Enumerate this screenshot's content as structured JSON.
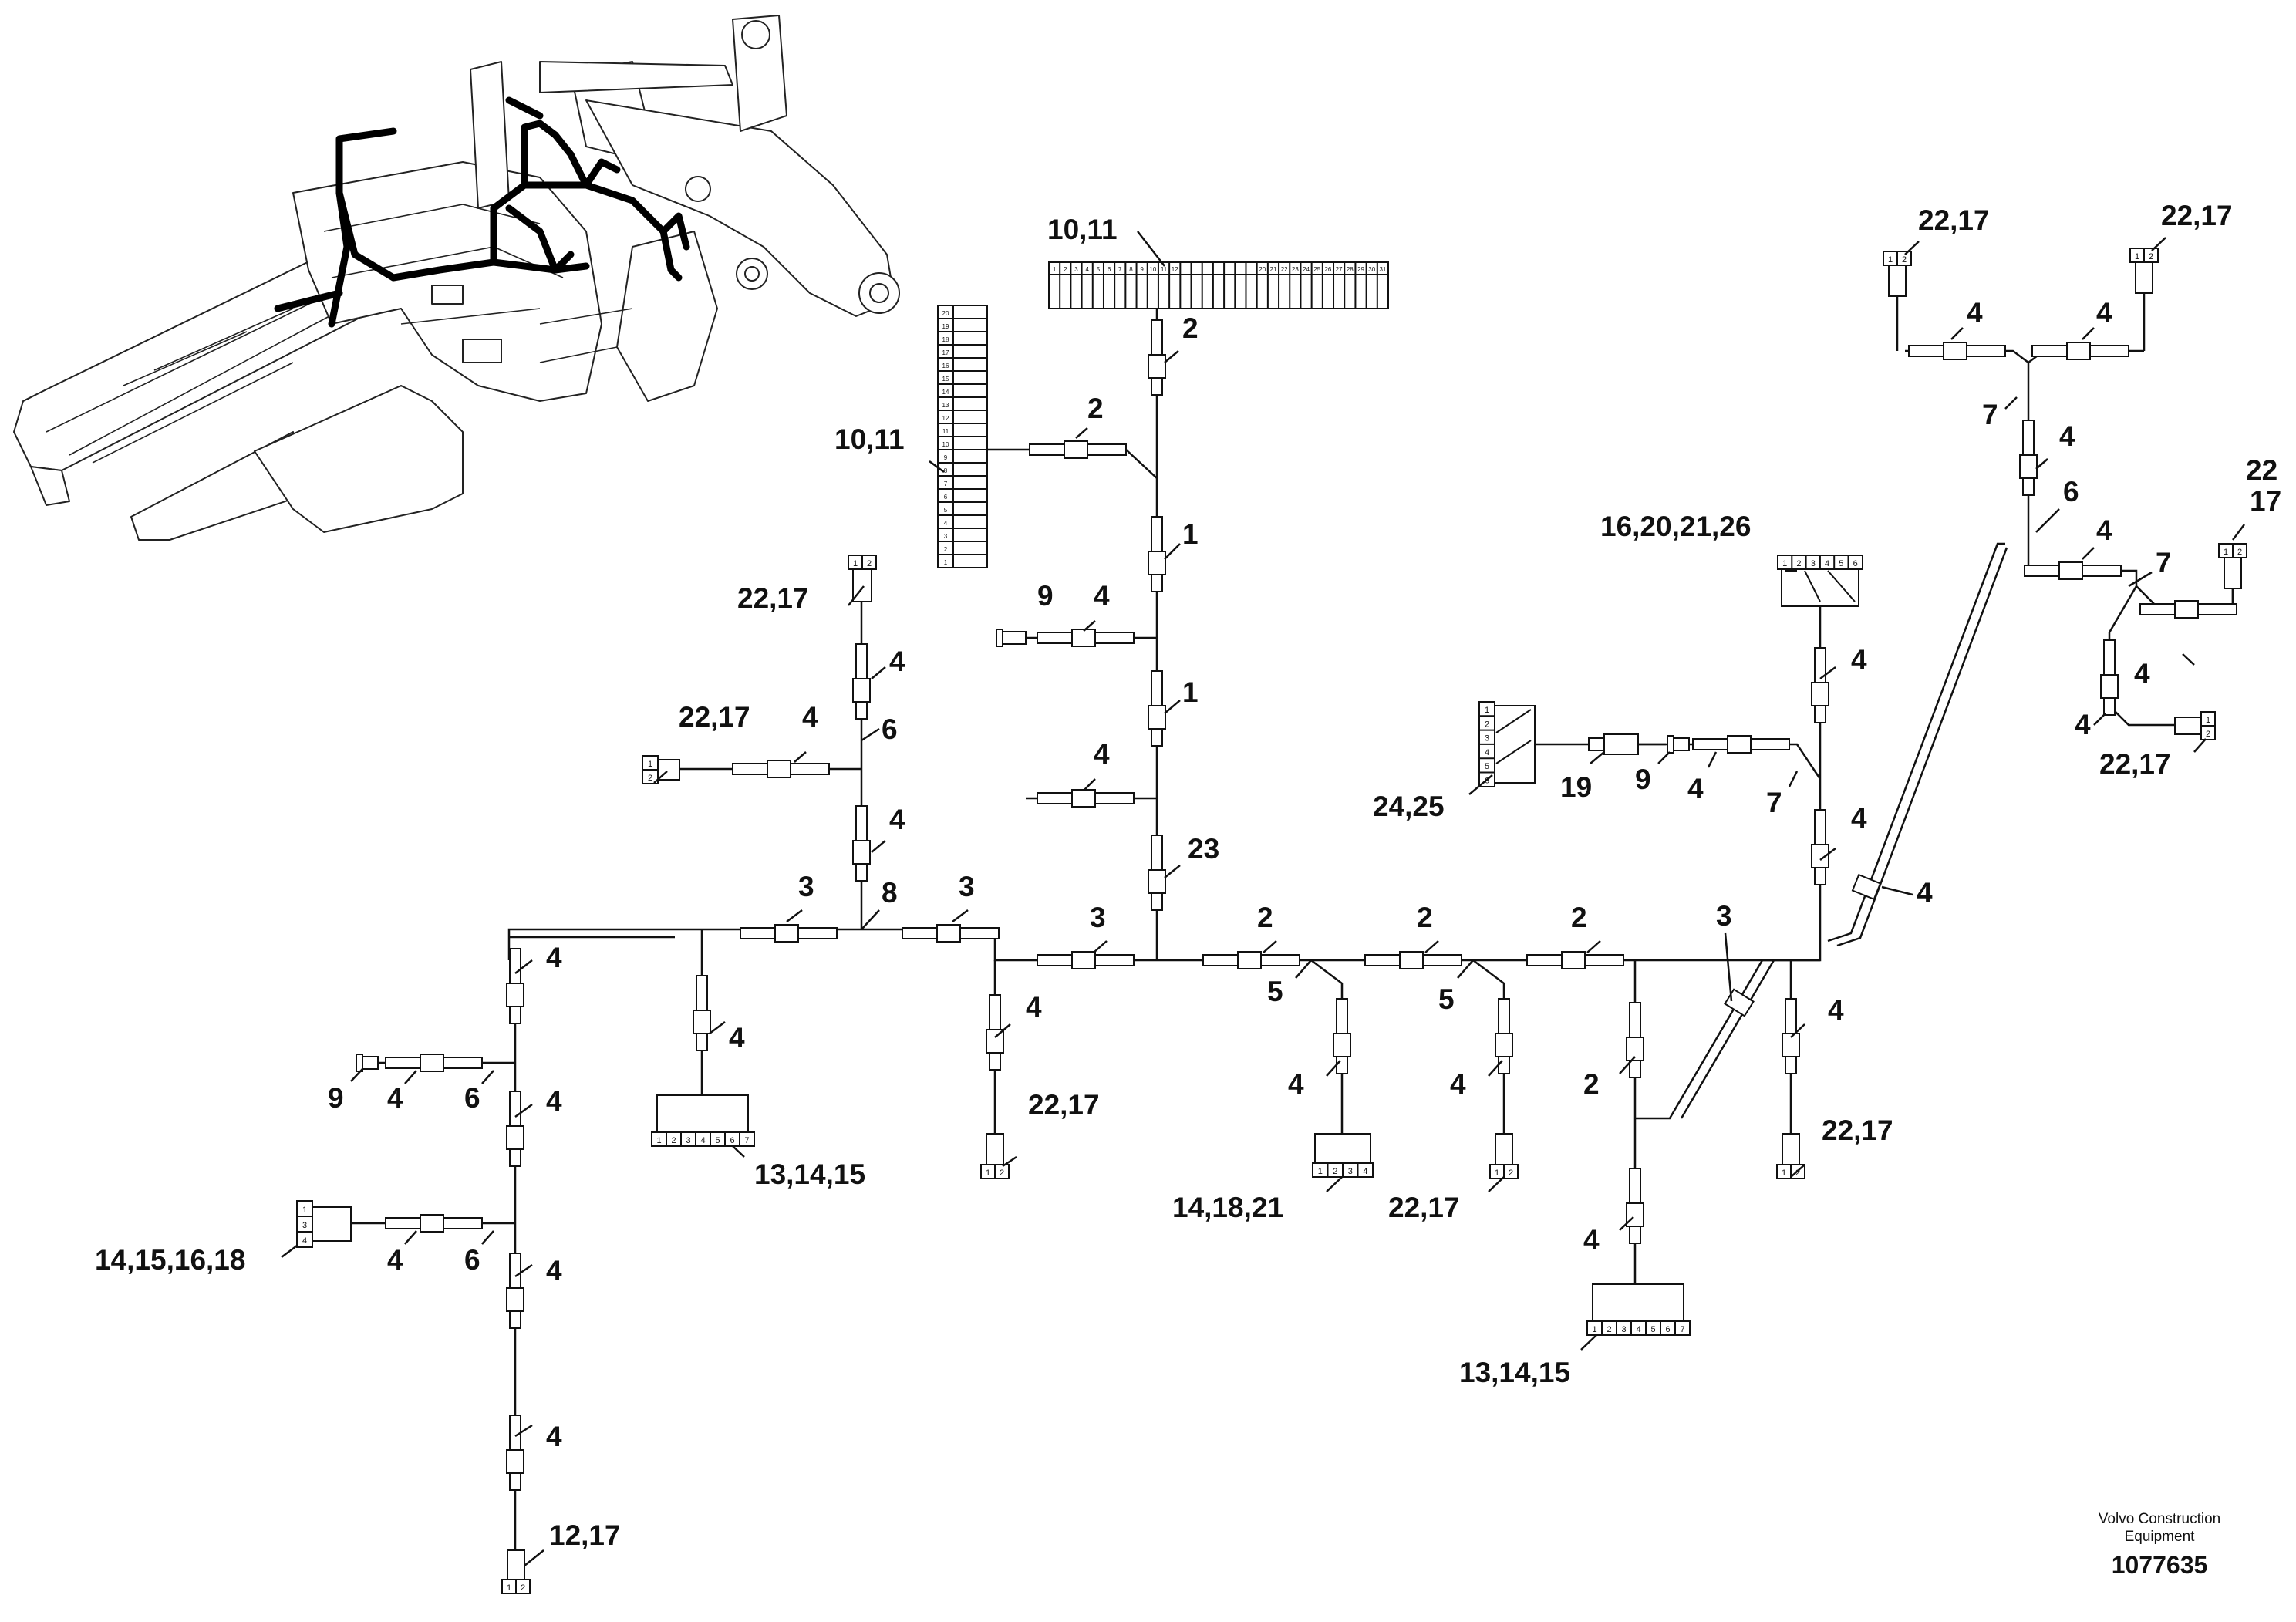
{
  "labels": {
    "l_10_11_top": "10,11",
    "l_10_11_left": "10,11",
    "l_2_a": "2",
    "l_2_b": "2",
    "l_1_a": "1",
    "l_1_b": "1",
    "l_9_a": "9",
    "l_4_a": "4",
    "l_4_b": "4",
    "l_23": "23",
    "l_22_17_a": "22,17",
    "l_4_c": "4",
    "l_6_a": "6",
    "l_22_17_b": "22,17",
    "l_4_d": "4",
    "l_4_e": "4",
    "l_3_a": "3",
    "l_8": "8",
    "l_3_b": "3",
    "l_3_c": "3",
    "l_4_f": "4",
    "l_4_g": "4",
    "l_4_h": "4",
    "l_9_b": "9",
    "l_4_i": "4",
    "l_6_b": "6",
    "l_4_j": "4",
    "l_13_14_15_a": "13,14,15",
    "l_22_17_c": "22,17",
    "l_14_15_16_18": "14,15,16,18",
    "l_4_k": "4",
    "l_6_c": "6",
    "l_4_l": "4",
    "l_4_m": "4",
    "l_12_17": "12,17",
    "l_2_c": "2",
    "l_2_d": "2",
    "l_2_e": "2",
    "l_5_a": "5",
    "l_5_b": "5",
    "l_4_n": "4",
    "l_4_o": "4",
    "l_14_18_21": "14,18,21",
    "l_22_17_d": "22,17",
    "l_3_d": "3",
    "l_2_f": "2",
    "l_4_p": "4",
    "l_13_14_15_b": "13,14,15",
    "l_16_20_21_26": "16,20,21,26",
    "l_4_q": "4",
    "l_24_25": "24,25",
    "l_19": "19",
    "l_9_c": "9",
    "l_4_r": "4",
    "l_7_a": "7",
    "l_4_s": "4",
    "l_4_t": "4",
    "l_4_u": "4",
    "l_22_17_e": "22,17",
    "l_22_17_f": "22,17",
    "l_22_17_g": "22,17",
    "l_4_v": "4",
    "l_4_w": "4",
    "l_7_b": "7",
    "l_4_x": "4",
    "l_6_d": "6",
    "l_4_y": "4",
    "l_7_c": "7",
    "l_22": "22",
    "l_17": "17",
    "l_4_z": "4",
    "l_4_aa": "4",
    "l_22_17_h": "22,17"
  },
  "footer": {
    "brand_line1": "Volvo Construction",
    "brand_line2": "Equipment",
    "doc_number": "1077635"
  },
  "colors": {
    "ink": "#111111",
    "paper": "#ffffff"
  }
}
